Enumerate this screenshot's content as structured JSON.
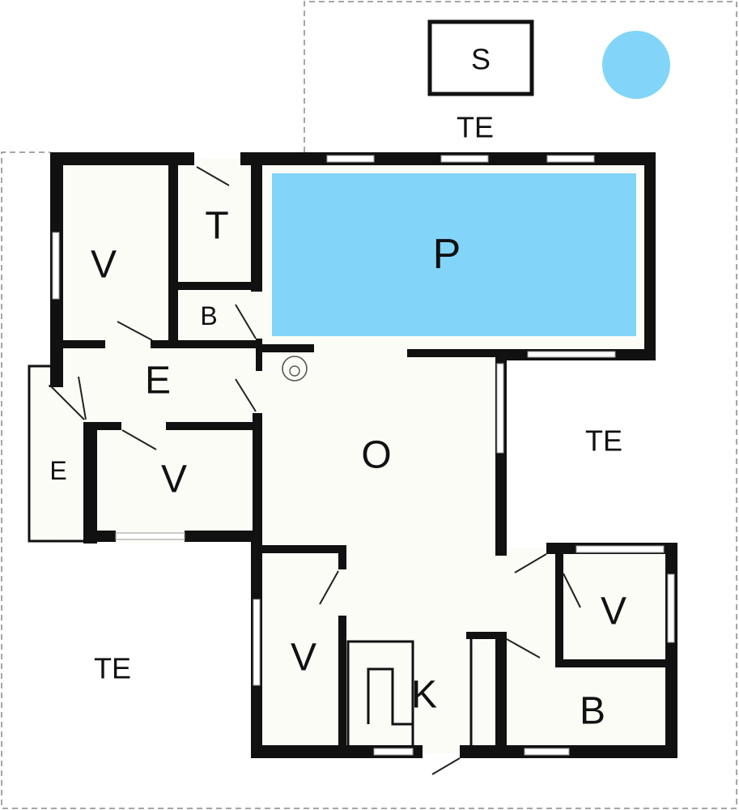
{
  "plan": {
    "colors": {
      "water": "#82d5f8",
      "wall": "#111111",
      "floor": "#fcfcf7",
      "boundary": "#888888"
    },
    "rooms": {
      "sauna": "S",
      "pool": "P",
      "toilet": "T",
      "bath_small": "B",
      "bedroom_top_left": "V",
      "entrance_main": "E",
      "entrance_side": "E",
      "bedroom_mid_left": "V",
      "living": "O",
      "bedroom_bottom_center": "V",
      "kitchen": "K",
      "bedroom_right": "V",
      "bath_right": "B"
    },
    "terraces": {
      "top": "TE",
      "right": "TE",
      "bottom_left": "TE"
    }
  }
}
